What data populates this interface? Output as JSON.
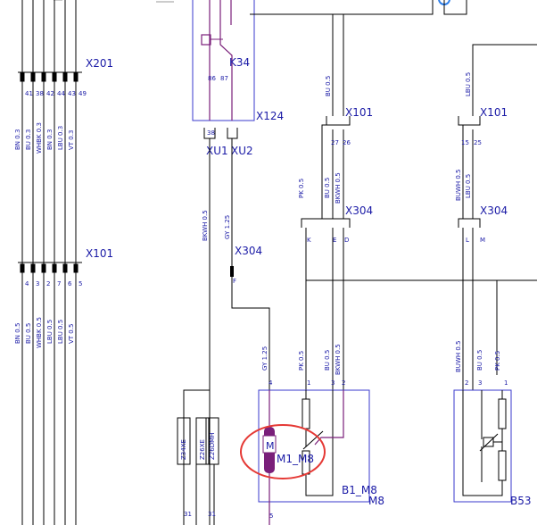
{
  "connectors": {
    "x201_top": "X201",
    "x201_pins": [
      "41",
      "38",
      "42",
      "44",
      "43",
      "49"
    ],
    "x101_left": "X101",
    "x101_left_pins": [
      "4",
      "3",
      "2",
      "7",
      "6",
      "5"
    ],
    "k34": "K34",
    "k34_pins": [
      "86",
      "87"
    ],
    "x124": "X124",
    "xu1": "XU1",
    "xu1_pin": "38",
    "xu2": "XU2",
    "x304_mid": "X304",
    "x304_mid_pin": "F",
    "x101_mid": "X101",
    "x101_mid_pins": [
      "27",
      "26"
    ],
    "x304_b1": "X304",
    "x304_b1_pins": [
      "K",
      "E",
      "D"
    ],
    "x101_right": "X101",
    "x101_right_pins": [
      "15",
      "25"
    ],
    "x304_right": "X304",
    "x304_right_pins": [
      "L",
      "M"
    ]
  },
  "wires_top_left": [
    "BN 0.3",
    "BU 0.3",
    "WHBK 0.3",
    "BN 0.3",
    "LBU 0.3",
    "VT 0.3"
  ],
  "wires_bottom_left": [
    "BN 0.5",
    "BU 0.5",
    "WHBK 0.5",
    "LBU 0.5",
    "LBU 0.5",
    "VT 0.5"
  ],
  "wire_bkwh_center": "BKWH 0.5",
  "wire_gy_top": "GY 1.25",
  "wire_gy_bottom": "GY 1.25",
  "wires_b1_top": [
    "PK 0.5",
    "BU 0.5",
    "BKWH 0.5"
  ],
  "wire_bu_top_mid": "BU 0.5",
  "wires_b1_bottom": [
    "PK 0.5",
    "BU 0.5",
    "BKWH 0.5"
  ],
  "wire_lbu_top_right": "LBU 0.5",
  "wires_right_mid": [
    "BUWH 0.5",
    "LBU 0.5"
  ],
  "wires_b53_bottom": [
    "BUWH 0.5",
    "BU 0.5",
    "PK 0.5"
  ],
  "fuses": [
    "Z34XE",
    "Z26XE",
    "Z26DMH"
  ],
  "fuse_pins": [
    "31",
    "31"
  ],
  "motor": {
    "symbol": "M",
    "label": "M1_M8"
  },
  "b1_pins": [
    "4",
    "1",
    "3",
    "2"
  ],
  "b1_label": "B1_M8",
  "b1_suffix": "M8",
  "b1_pin_bottom": "5",
  "b53_pins": [
    "2",
    "3",
    "1"
  ],
  "b53_label": "B53"
}
